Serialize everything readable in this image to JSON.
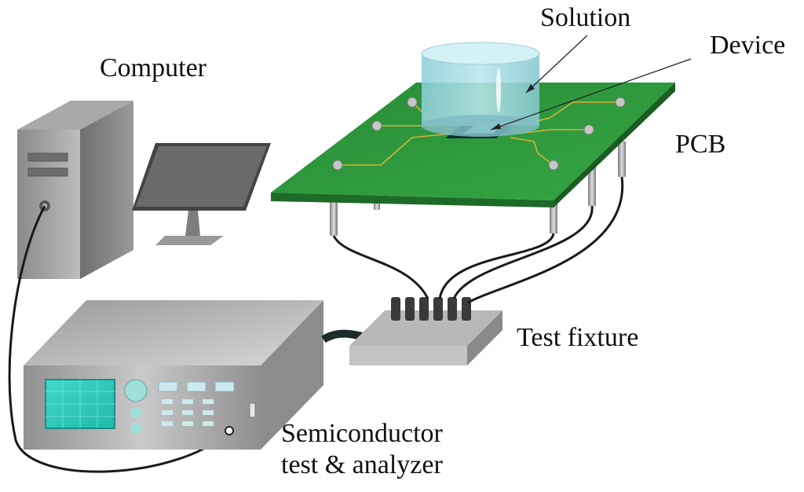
{
  "labels": {
    "computer": "Computer",
    "solution": "Solution",
    "device": "Device",
    "pcb": "PCB",
    "test_fixture": "Test fixture",
    "analyzer_line1": "Semiconductor",
    "analyzer_line2": "test & analyzer"
  },
  "colors": {
    "pcb_green": "#2f9a3c",
    "solution_cyan": "#9fd8e0",
    "screen_teal": "#2fd1c4",
    "metal_gray": "#a8a8a8",
    "cable_black": "#1a1a1a",
    "trace_gold": "#c9a227"
  },
  "icons": [
    "tower-computer-icon",
    "monitor-icon",
    "analyzer-icon",
    "fixture-icon",
    "pcb-icon",
    "solution-beaker-icon"
  ]
}
